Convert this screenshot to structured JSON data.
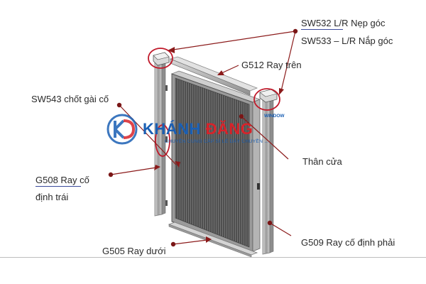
{
  "labels": {
    "sw532": "SW532   L/R Nẹp góc",
    "sw533": "SW533 – L/R Nắp góc",
    "g512": "G512 Ray trên",
    "sw543": "SW543 chốt gài cố",
    "than_cua": "Thân cửa",
    "g508_line1": "G508   Ray cố",
    "g508_line2": "định trái",
    "g505": "G505 Ray dưới",
    "g509": "G509 Ray cố định phải"
  },
  "watermark": {
    "name_part1": "KHÁNH",
    "name_part2": "ĐĂNG",
    "tagline": "CHUYÊN CUNG CẤP SỈ LẺ DÂY CHUYỀN ...",
    "window_tag": "WINDOW"
  },
  "colors": {
    "callout_line": "#8b1a1a",
    "callout_dot": "#7a1616",
    "circle": "#c0192a",
    "frame": "#b8b8b8",
    "frame_dark": "#6a6a6a",
    "screen": "#4a4a4a",
    "logo_blue": "#1a5fb4",
    "logo_red": "#d8232a"
  }
}
